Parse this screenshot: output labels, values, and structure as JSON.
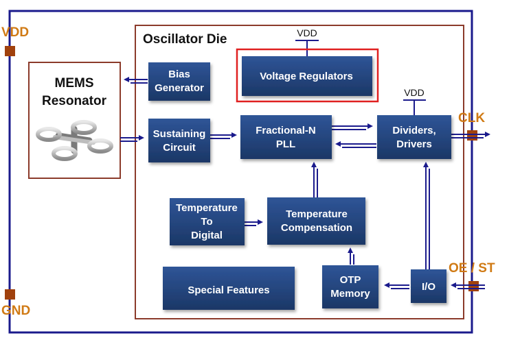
{
  "pins": {
    "vdd": "VDD",
    "gnd": "GND",
    "clk": "CLK",
    "oe_st": "OE / ST"
  },
  "die": {
    "title": "Oscillator Die"
  },
  "mems": {
    "line1": "MEMS",
    "line2": "Resonator"
  },
  "supply": {
    "regulator_vdd": "VDD",
    "drivers_vdd": "VDD"
  },
  "blocks": {
    "bias": [
      "Bias",
      "Generator"
    ],
    "regulators": [
      "Voltage Regulators"
    ],
    "sustaining": [
      "Sustaining",
      "Circuit"
    ],
    "pll": [
      "Fractional-N",
      "PLL"
    ],
    "dividers": [
      "Dividers,",
      "Drivers"
    ],
    "temp_digital": [
      "Temperature",
      "To",
      "Digital"
    ],
    "temp_comp": [
      "Temperature",
      "Compensation"
    ],
    "special": [
      "Special Features"
    ],
    "otp": [
      "OTP",
      "Memory"
    ],
    "io": [
      "I/O"
    ]
  },
  "colors": {
    "package_border": "#1a1a8c",
    "die_border": "#8b3a2a",
    "block_fill": "#1f3d73",
    "highlight": "#e02020",
    "pin_color": "#d07a14",
    "pad_fill": "#a0410d",
    "arrow": "#1a1a8c"
  }
}
